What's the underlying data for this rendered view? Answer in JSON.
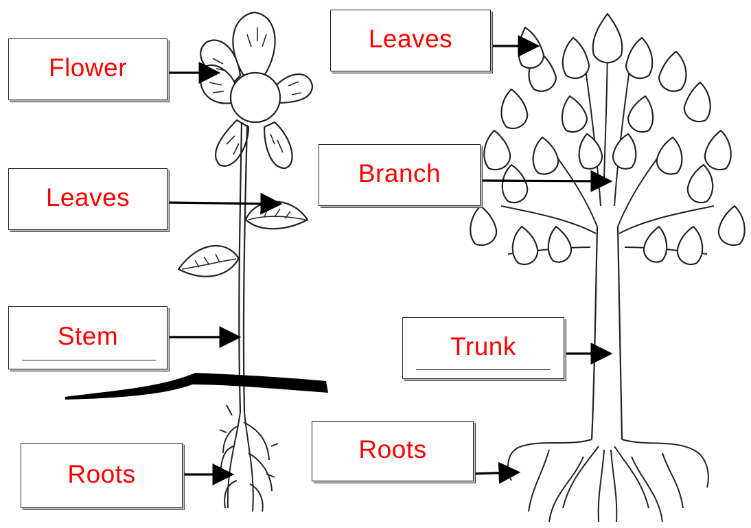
{
  "labels": {
    "flower": "Flower",
    "leaves_flower": "Leaves",
    "stem": "Stem",
    "roots_flower": "Roots",
    "leaves_tree": "Leaves",
    "branch": "Branch",
    "trunk": "Trunk",
    "roots_tree": "Roots"
  },
  "colors": {
    "label_text": "#ff0000",
    "line_art": "#222222",
    "ground": "#000000"
  }
}
